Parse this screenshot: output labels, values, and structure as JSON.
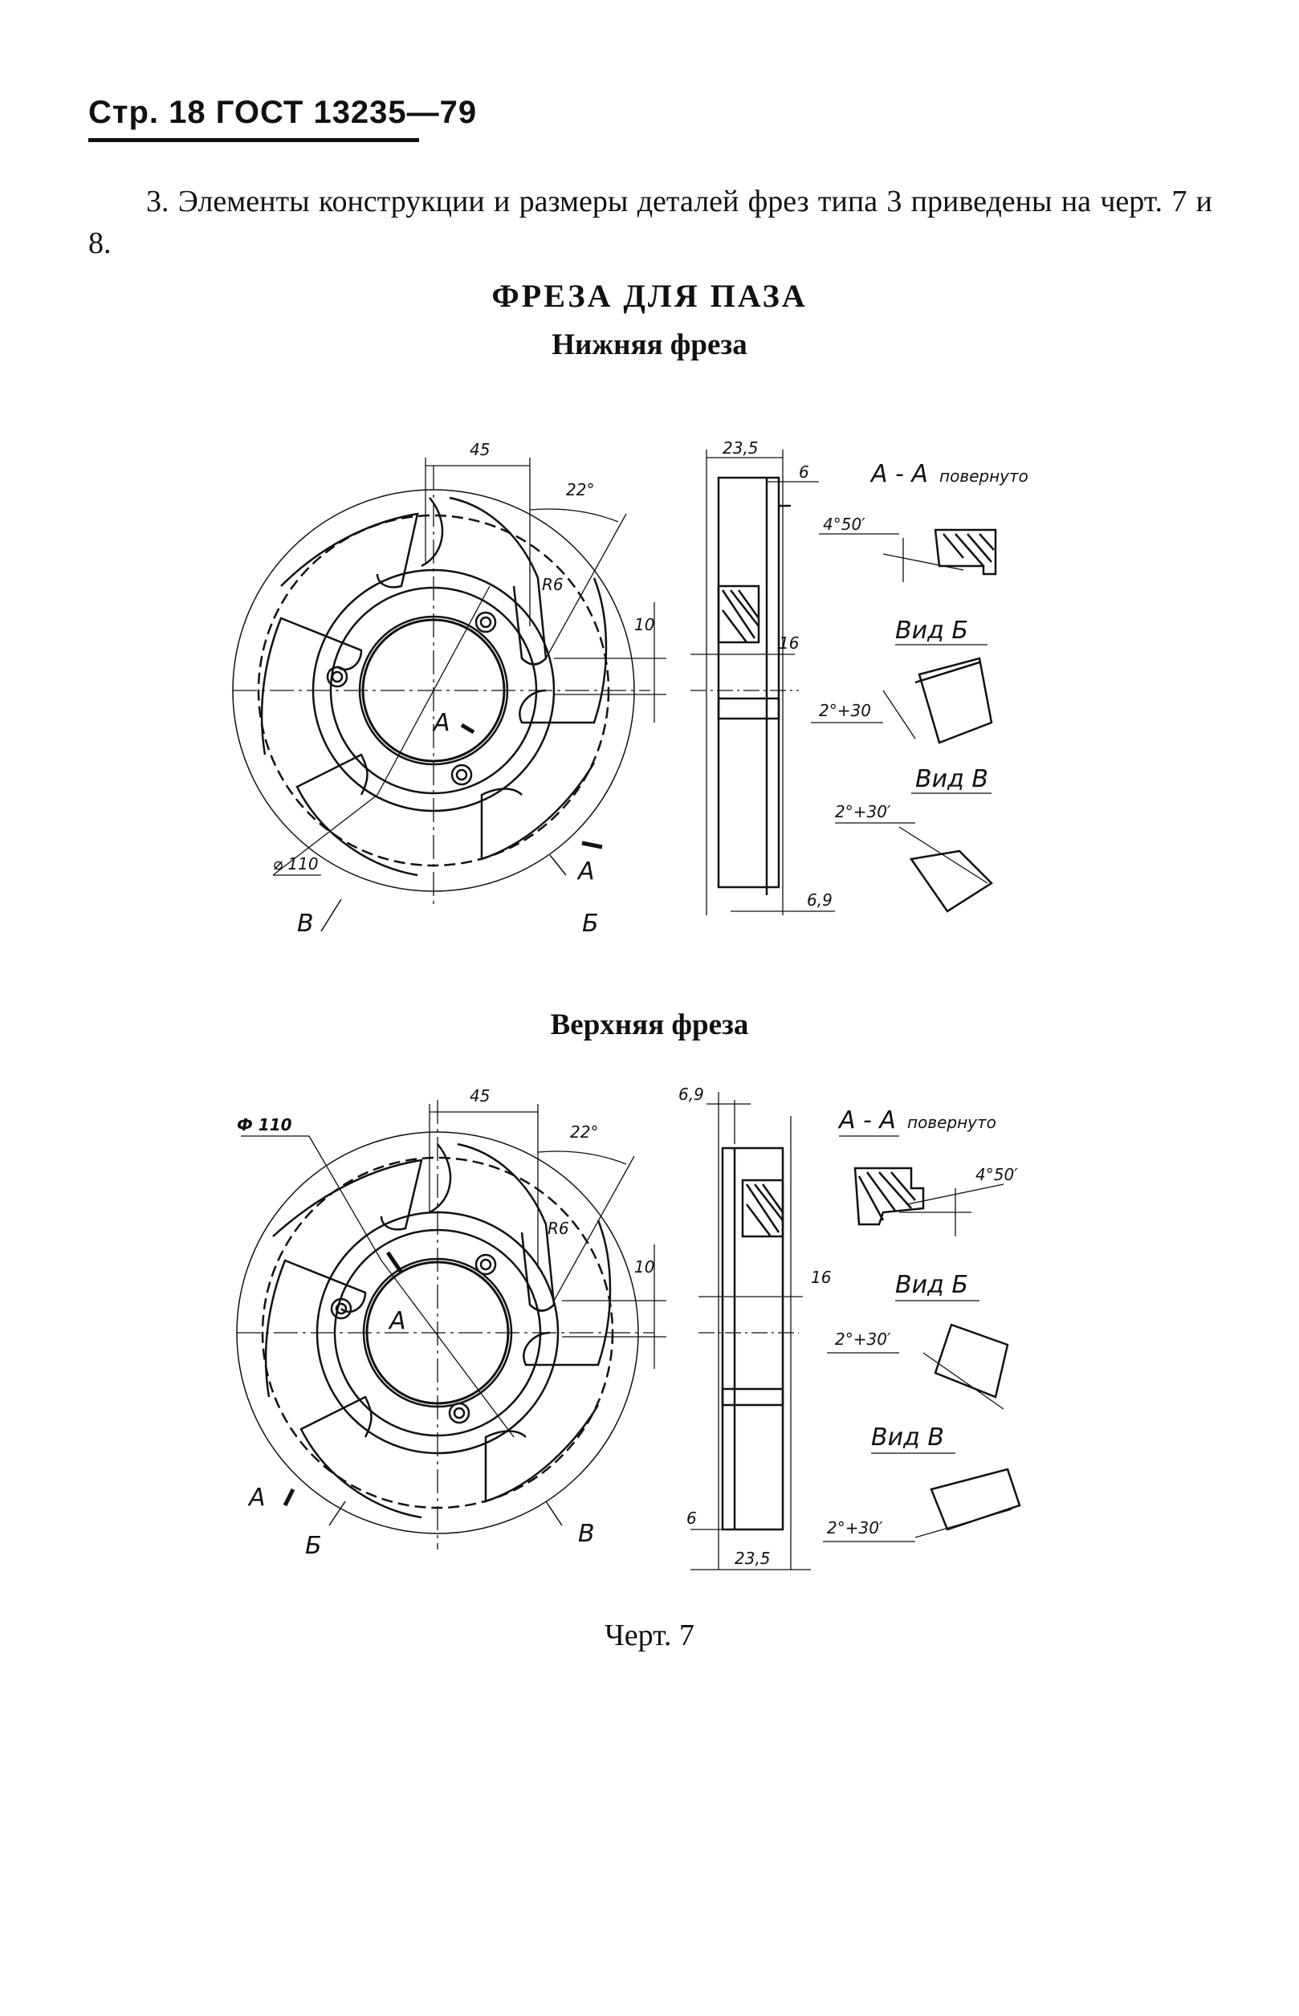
{
  "header": {
    "page_label": "Стр. 18 ГОСТ 13235—79"
  },
  "paragraph": "3. Элементы конструкции и размеры деталей фрез типа 3 приведены на черт. 7 и 8.",
  "section_title": "ФРЕЗА ДЛЯ ПАЗА",
  "lower_cutter": {
    "title": "Нижняя фреза",
    "dims": {
      "d45": "45",
      "angle22": "22°",
      "r6": "R6",
      "d10": "10",
      "dia110": "⌀ 110",
      "w23_5": "23,5",
      "w6": "6",
      "w16": "16",
      "w6_9": "6,9",
      "aa": "А - А",
      "aa_note": "повернуто",
      "angle4_50": "4°50′",
      "vid_b": "Вид Б",
      "angle_b": "2°+30",
      "vid_v": "Вид В",
      "angle_v": "2°+30′",
      "mark_a": "А",
      "mark_a2": "А",
      "mark_b": "Б",
      "mark_v": "В"
    }
  },
  "upper_cutter": {
    "title": "Верхняя фреза",
    "dims": {
      "d45": "45",
      "angle22": "22°",
      "r6": "R6",
      "d10": "10",
      "dia110": "Ф 110",
      "w6_9": "6,9",
      "w16": "16",
      "w6": "6",
      "w23_5": "23,5",
      "aa": "А - А",
      "aa_note": "повернуто",
      "angle4_50": "4°50′",
      "vid_b": "Вид Б",
      "angle_b": "2°+30′",
      "vid_v": "Вид В",
      "angle_v": "2°+30′",
      "mark_a": "А",
      "mark_a2": "А",
      "mark_b": "Б",
      "mark_v": "В"
    }
  },
  "caption": "Черт. 7"
}
